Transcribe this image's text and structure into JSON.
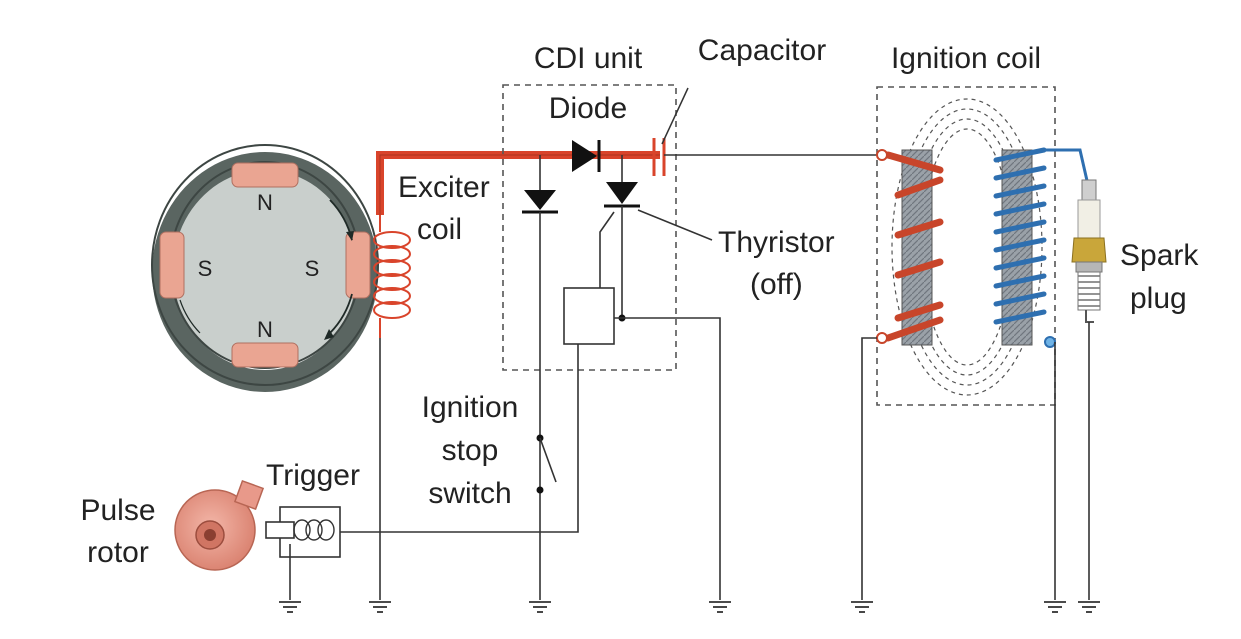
{
  "labels": {
    "cdi_unit": "CDI unit",
    "capacitor": "Capacitor",
    "diode": "Diode",
    "ignition_coil": "Ignition coil",
    "exciter_line1": "Exciter",
    "exciter_line2": "coil",
    "thyristor_line1": "Thyristor",
    "thyristor_line2": "(off)",
    "spark_line1": "Spark",
    "spark_line2": "plug",
    "stop_line1": "Ignition",
    "stop_line2": "stop",
    "stop_line3": "switch",
    "trigger": "Trigger",
    "pulse_line1": "Pulse",
    "pulse_line2": "rotor",
    "pole_top": "N",
    "pole_bottom": "N",
    "pole_left": "S",
    "pole_right": "S"
  },
  "colors": {
    "charge_path": "#d9442b",
    "magnet_pad": "#eaa592",
    "rotor_ring": "#5a6561",
    "rotor_face": "#c9cfcc",
    "primary_winding": "#c8452a",
    "secondary_winding": "#2e6fb0",
    "core": "#8a9099",
    "pulse_rotor": "#e8998a"
  },
  "icons": [
    "diode-icon",
    "thyristor-icon",
    "capacitor-icon",
    "coil-icon",
    "ground-icon",
    "spark-plug-icon",
    "switch-icon"
  ]
}
